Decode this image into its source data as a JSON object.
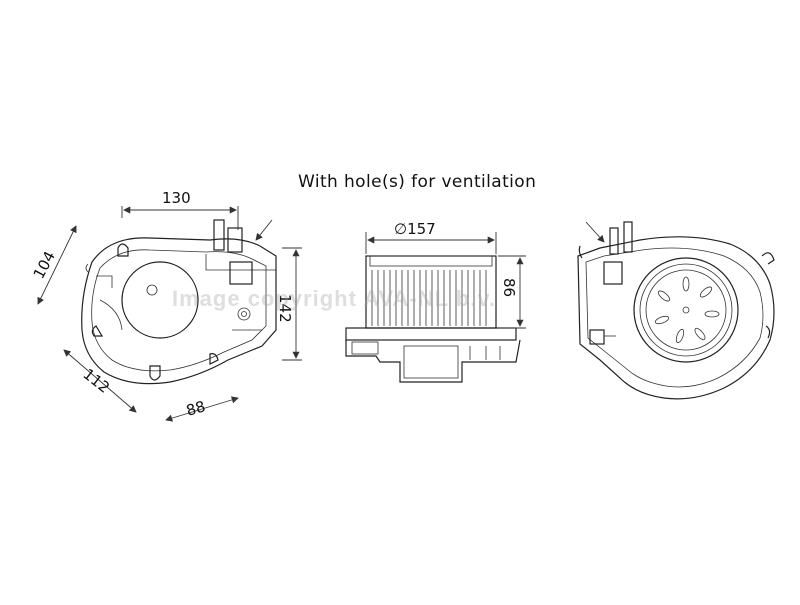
{
  "caption": "With hole(s) for ventilation",
  "watermark": "Image copyright AVA-NL b.v.",
  "dimensions": {
    "top_width": "130",
    "left_diag": "104",
    "bottom_left": "112",
    "bottom": "88",
    "height_left": "142",
    "diameter": "∅157",
    "height_right": "86"
  },
  "colors": {
    "line": "#222222",
    "background": "#ffffff"
  }
}
